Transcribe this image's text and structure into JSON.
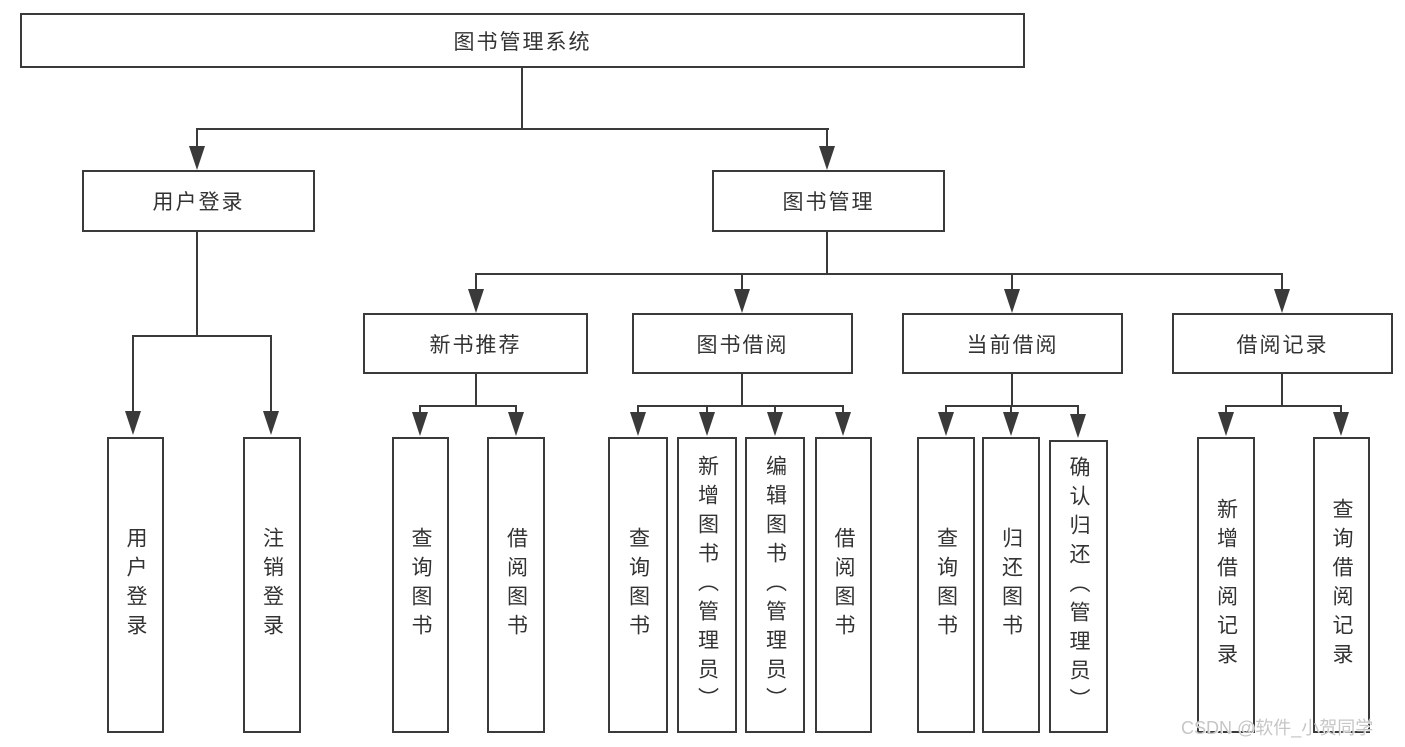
{
  "diagram_title": "图书管理系统",
  "colors": {
    "line": "#3a3a3a",
    "text": "#333333",
    "background": "#ffffff",
    "watermark_text": "#c6c6c6"
  },
  "tree": {
    "root": {
      "label": "图书管理系统"
    },
    "branches": [
      {
        "label": "用户登录",
        "children": [
          {
            "label": "用户登录"
          },
          {
            "label": "注销登录"
          }
        ]
      },
      {
        "label": "图书管理",
        "children": [
          {
            "label": "新书推荐",
            "children": [
              {
                "label": "查询图书"
              },
              {
                "label": "借阅图书"
              }
            ]
          },
          {
            "label": "图书借阅",
            "children": [
              {
                "label": "查询图书"
              },
              {
                "label": "新增图书（管理员）"
              },
              {
                "label": "编辑图书（管理员）"
              },
              {
                "label": "借阅图书"
              }
            ]
          },
          {
            "label": "当前借阅",
            "children": [
              {
                "label": "查询图书"
              },
              {
                "label": "归还图书"
              },
              {
                "label": "确认归还（管理员）"
              }
            ]
          },
          {
            "label": "借阅记录",
            "children": [
              {
                "label": "新增借阅记录"
              },
              {
                "label": "查询借阅记录"
              }
            ]
          }
        ]
      }
    ]
  },
  "watermark": "CSDN @软件_小贺同学"
}
